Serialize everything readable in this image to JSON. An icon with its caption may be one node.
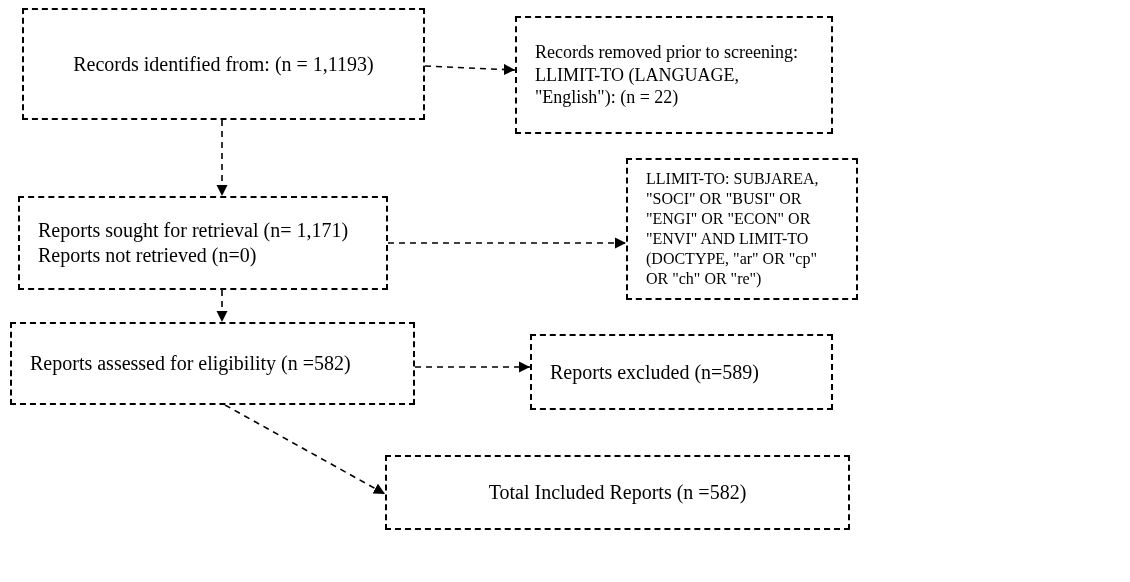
{
  "diagram": {
    "nodes": [
      {
        "text": [
          "Records identified from: (n = 1,1193)"
        ]
      },
      {
        "text": [
          "Records removed prior to screening: LLIMIT-TO (LANGUAGE, \"English\"): (n = 22)"
        ]
      },
      {
        "text": [
          "Reports sought for retrieval (n= 1,171)",
          "Reports not retrieved (n=0)"
        ]
      },
      {
        "text": [
          "LLIMIT-TO: SUBJAREA, \"SOCI\" OR \"BUSI\" OR \"ENGI\" OR \"ECON\" OR \"ENVI\" AND LIMIT-TO (DOCTYPE, \"ar\" OR \"cp\" OR \"ch\" OR \"re\")"
        ]
      },
      {
        "text": [
          "Reports assessed for eligibility (n =582)"
        ]
      },
      {
        "text": [
          "Reports excluded (n=589)"
        ]
      },
      {
        "text": [
          "Total Included Reports (n =582)"
        ]
      }
    ],
    "edges": [
      {
        "from": 0,
        "to": 1,
        "arrow": "to"
      },
      {
        "from": 0,
        "to": 2,
        "arrow": "to"
      },
      {
        "from": 2,
        "to": 3,
        "arrow": "to"
      },
      {
        "from": 2,
        "to": 4,
        "arrow": "to"
      },
      {
        "from": 4,
        "to": 5,
        "arrow": "to"
      },
      {
        "from": 4,
        "to": 6,
        "arrow": "to"
      }
    ]
  }
}
